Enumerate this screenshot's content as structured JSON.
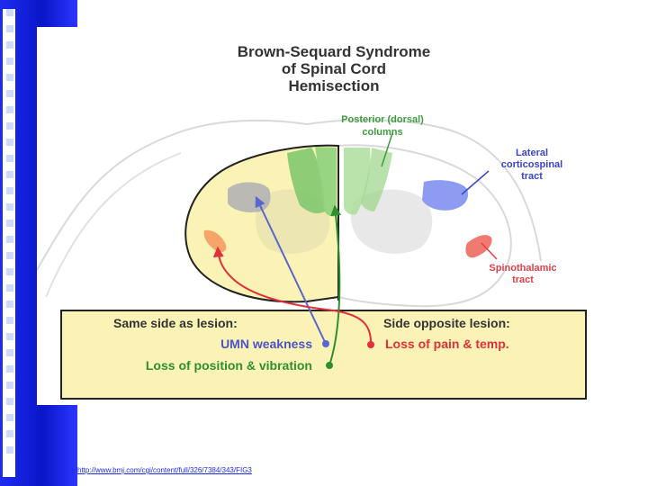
{
  "title_lines": [
    "Brown-Sequard Syndrome",
    "of Spinal Cord",
    "Hemisection"
  ],
  "labels": {
    "posterior": [
      "Posterior (dorsal)",
      "columns"
    ],
    "lateral": [
      "Lateral",
      "corticospinal",
      "tract"
    ],
    "spinothalamic": [
      "Spinothalamic",
      "tract"
    ]
  },
  "legend": {
    "same_side_heading": "Same side as lesion:",
    "opposite_side_heading": "Side opposite lesion:",
    "umn": "UMN weakness",
    "position": "Loss of position & vibration",
    "pain": "Loss of pain & temp."
  },
  "colors": {
    "slide_blue": "#1d2cf0",
    "lesion_yellow": "#fbf3b6",
    "posterior_green": "#7ac56a",
    "lateral_blue": "#8d9cf0",
    "spinothalamic_red": "#f07a6f",
    "legend_box": "#fbf3b6"
  },
  "footer_link": "http://www.bmj.com/cgi/content/full/326/7384/343/FIG3"
}
